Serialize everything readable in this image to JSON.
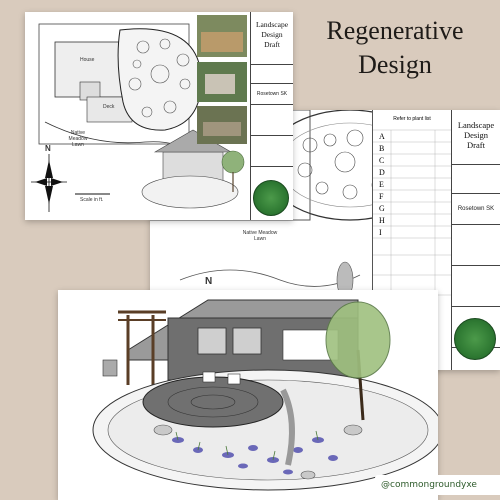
{
  "headline": {
    "line1": "Regenerative",
    "line2": "Design"
  },
  "handle": "@commongroundyxe",
  "sheet1": {
    "title_block": {
      "title": "Landscape Design Draft",
      "scale": "Rosetown SK"
    },
    "labels": {
      "house": "House",
      "deck": "Deck",
      "lawn": "Native Meadow Lawn",
      "north": "N",
      "scale": "Scale in ft."
    }
  },
  "sheet2": {
    "title_block": {
      "title": "Landscape Design Draft",
      "location": "Rosetown SK"
    },
    "legend_letters": [
      "A",
      "B",
      "C",
      "D",
      "E",
      "F",
      "G",
      "H",
      "I"
    ],
    "legend_header": "Refer to plant list",
    "labels": {
      "lawn": "Native Meadow Lawn",
      "north": "N"
    }
  },
  "colors": {
    "background": "#d9cbbd",
    "badge": "#2f7a33",
    "headline": "#1e1b18"
  }
}
